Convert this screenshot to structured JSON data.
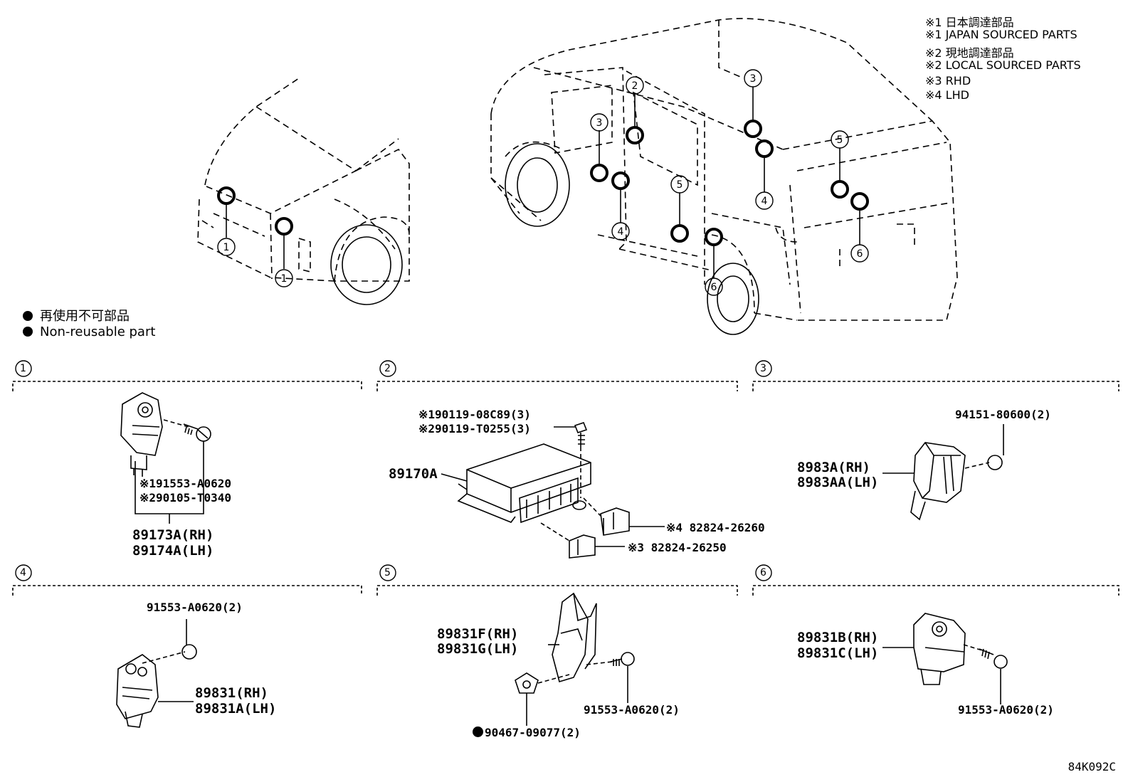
{
  "legend": {
    "lines": [
      "※1 日本調達部品",
      "※1 JAPAN SOURCED PARTS",
      "※2 現地調達部品",
      "※2 LOCAL SOURCED PARTS",
      "※3 RHD",
      "※4 LHD"
    ]
  },
  "non_reusable": {
    "jp": "再使用不可部品",
    "en": "Non-reusable part"
  },
  "sections": [
    {
      "num": "1"
    },
    {
      "num": "2"
    },
    {
      "num": "3"
    },
    {
      "num": "4"
    },
    {
      "num": "5"
    },
    {
      "num": "6"
    }
  ],
  "callouts": [
    "1",
    "2",
    "3",
    "4",
    "5",
    "6"
  ],
  "parts": {
    "s1": {
      "bolt": [
        "※191553-A0620",
        "※290105-T0340"
      ],
      "sensor": [
        "89173A(RH)",
        "89174A(LH)"
      ]
    },
    "s2": {
      "screw": [
        "※190119-08C89(3)",
        "※290119-T0255(3)"
      ],
      "ecu": "89170A",
      "bracket_lhd": "※4 82824-26260",
      "bracket_rhd": "※3 82824-26250"
    },
    "s3": {
      "nut": "94151-80600(2)",
      "sensor": [
        "8983A(RH)",
        "8983AA(LH)"
      ]
    },
    "s4": {
      "nut": "91553-A0620(2)",
      "sensor": [
        "89831(RH)",
        "89831A(LH)"
      ]
    },
    "s5": {
      "sensor": [
        "89831F(RH)",
        "89831G(LH)"
      ],
      "bolt": "91553-A0620(2)",
      "nut": "90467-09077(2)"
    },
    "s6": {
      "sensor": [
        "89831B(RH)",
        "89831C(LH)"
      ],
      "bolt": "91553-A0620(2)"
    }
  },
  "diagram_code": "84K092C"
}
